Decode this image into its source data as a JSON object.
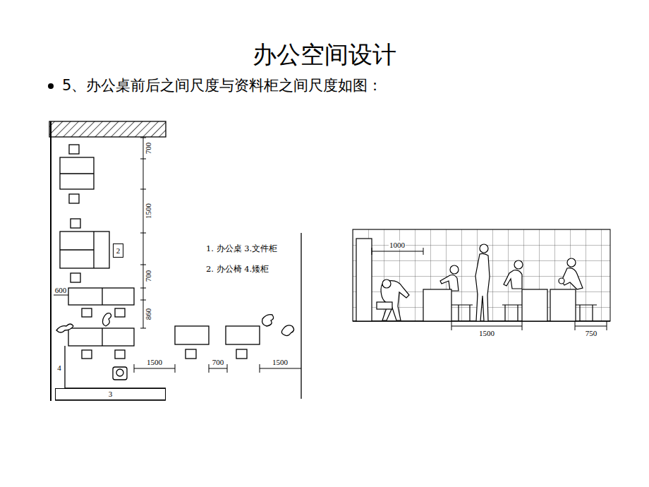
{
  "diagram": {
    "title": "办公空间设计",
    "nodes": [
      {
        "text": [
          "2"
        ]
      },
      {
        "text": [
          "3"
        ]
      }
    ],
    "labels": [
      "5、办公桌前后之间尺度与资料柜之间尺度如图：",
      "700",
      "1500",
      "700",
      "860",
      "600",
      "4",
      "1. 办公桌  3.文件柜",
      "2. 办公椅  4.矮柜",
      "1500",
      "700",
      "1500",
      "1000",
      "1500",
      "750"
    ]
  }
}
